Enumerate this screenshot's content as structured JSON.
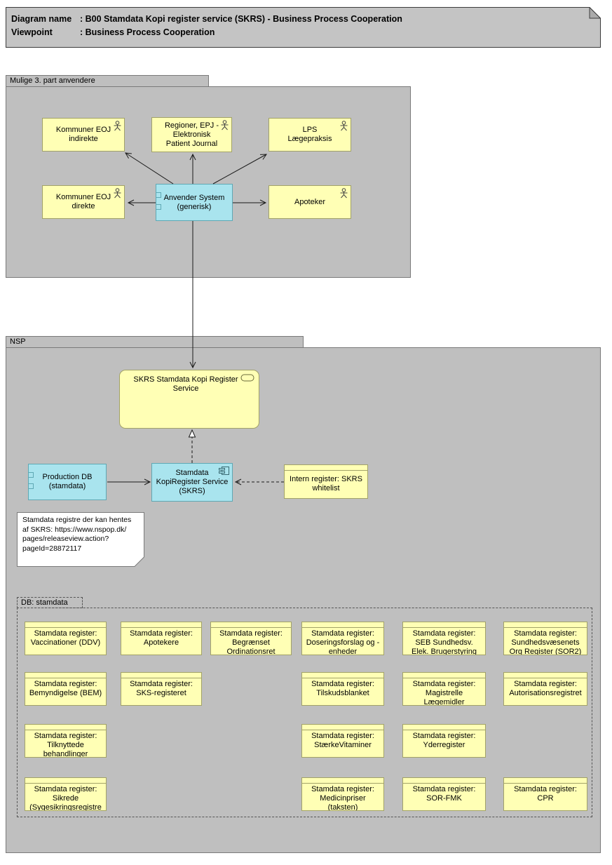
{
  "title": {
    "line1_label": "Diagram name",
    "line1_value": ": B00 Stamdata Kopi register service (SKRS) - Business Process Cooperation",
    "line2_label": "Viewpoint",
    "line2_value": ": Business Process Cooperation"
  },
  "groups": {
    "third_party": "Mulige 3. part anvendere",
    "nsp": "NSP",
    "db": "DB: stamdata"
  },
  "nodes": {
    "kommuner_eoj_indirekte": "Kommuner EOJ indirekte",
    "regioner_epj": "Regioner, EPJ - Elektronisk Patient Journal",
    "lps": "LPS Lægepraksis",
    "kommuner_eoj_direkte": "Kommuner EOJ direkte",
    "anvender_system": "Anvender System (generisk)",
    "apoteker": "Apoteker",
    "skrs_service": "SKRS Stamdata Kopi Register Service",
    "production_db": "Production DB (stamdata)",
    "kopiregister_service": "Stamdata KopiRegister Service (SKRS)",
    "intern_register": "Intern register: SKRS whitelist"
  },
  "note": "Stamdata registre der kan hentes\naf SKRS: https://www.nspop.dk/\npages/releaseview.action?\npageId=28872117",
  "registers": [
    "Stamdata register: Vaccinationer (DDV)",
    "Stamdata register: Apotekere",
    "Stamdata register: Begrænset Ordinationsret",
    "Stamdata register: Doseringsforslag og -enheder",
    "Stamdata register: SEB Sundhedsv. Elek. Brugerstyring",
    "Stamdata register: Sundhedsvæsenets Org Register (SOR2)",
    "Stamdata register: Bemyndigelse (BEM)",
    "Stamdata register: SKS-registeret",
    "Stamdata register: Tilskudsblanket",
    "Stamdata register: Magistrelle Lægemidler",
    "Stamdata register: Autorisationsregistret",
    "Stamdata register: Tilknyttede behandlinger",
    "Stamdata register: StærkeVitaminer",
    "Stamdata register: Yderregister",
    "Stamdata register: Sikrede (Sygesikringsregistre",
    "Stamdata register: Medicinpriser (taksten)",
    "Stamdata register: SOR-FMK",
    "Stamdata register: CPR"
  ],
  "icons": {
    "actor_icon": "stick-figure",
    "component_icon": "component-with-tabs",
    "service_icon": "rounded-rectangle",
    "note_icon": "folded-corner"
  },
  "colors": {
    "element_yellow": "#FFFFB5",
    "element_yellow_border": "#A2A268",
    "element_cyan": "#A9E4EE",
    "element_cyan_border": "#5FA8B4",
    "group_gray": "#BFBFBF",
    "title_gray": "#C4C4C4",
    "note_white": "#FFFFFF",
    "line_black": "#1a1a1a"
  }
}
